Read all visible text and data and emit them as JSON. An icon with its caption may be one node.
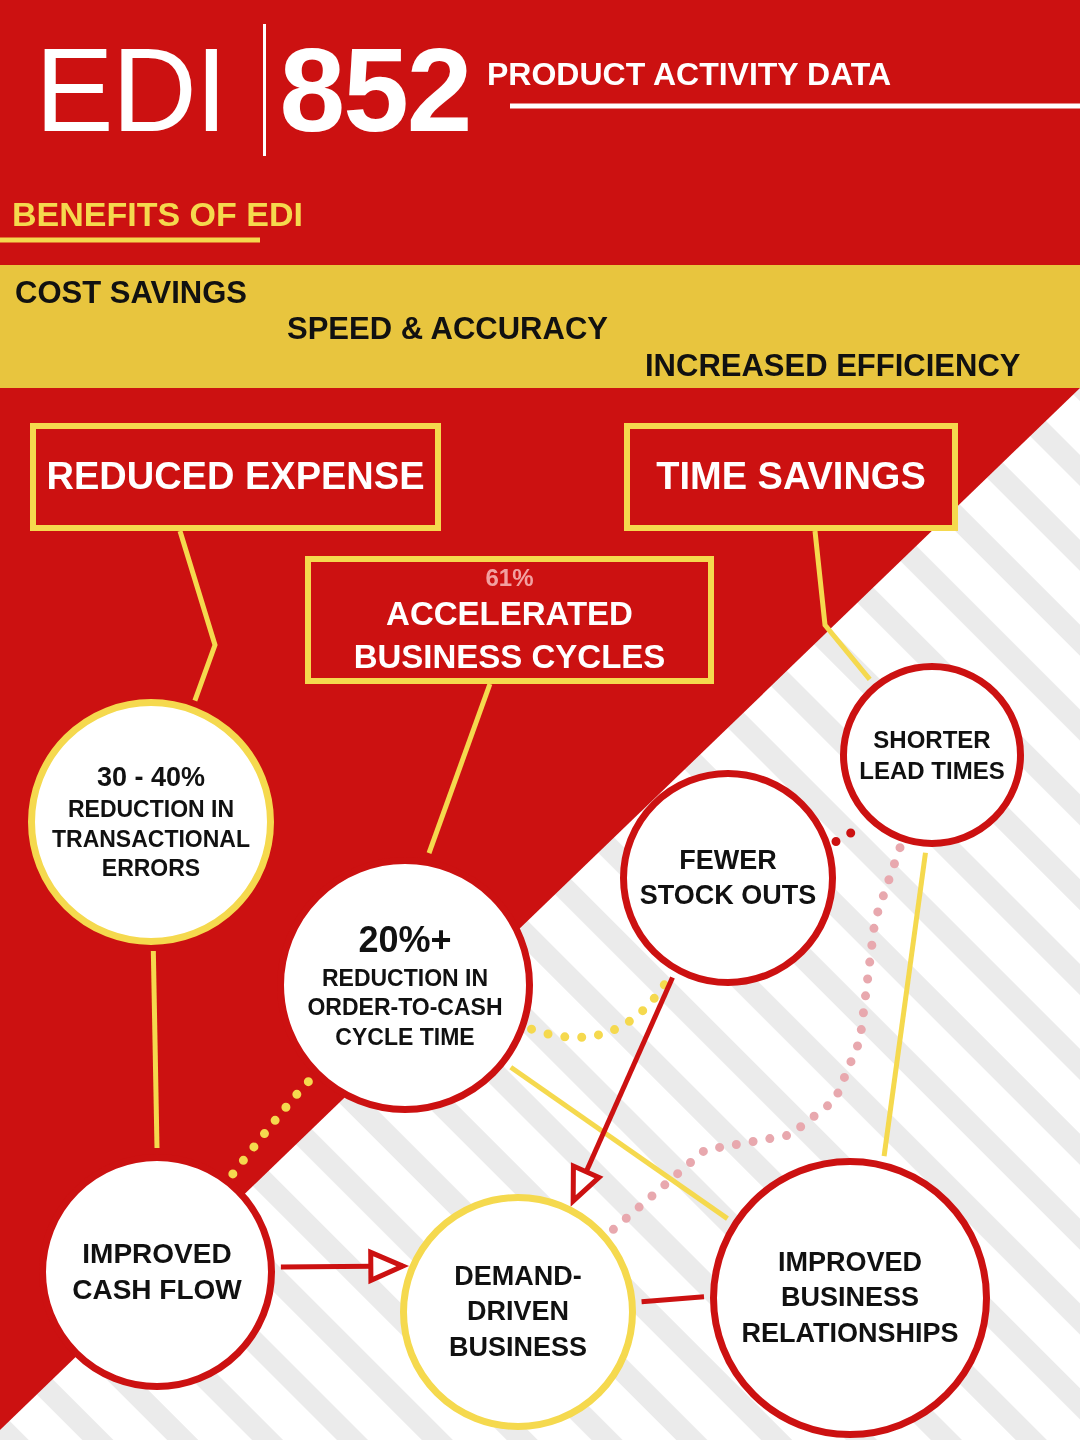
{
  "diagram": {
    "title": "EDI **852**",
    "nodes": [
      {
        "text": [
          "REDUCED EXPENSE"
        ]
      },
      {
        "text": [
          "TIME SAVINGS"
        ]
      },
      {
        "text": [
          "61%",
          "ACCELERATED BUSINESS CYCLES"
        ]
      },
      {
        "text": [
          "30 - 40%",
          "REDUCTION IN TRANSACTIONAL ERRORS"
        ]
      },
      {
        "text": [
          "SHORTER LEAD TIMES"
        ]
      },
      {
        "text": [
          "FEWER STOCK OUTS"
        ]
      },
      {
        "text": [
          "20%+",
          "REDUCTION IN ORDER-TO-CASH CYCLE TIME"
        ]
      },
      {
        "text": [
          "IMPROVED CASH FLOW"
        ]
      },
      {
        "text": [
          "DEMAND-DRIVEN BUSINESS"
        ]
      },
      {
        "text": [
          "IMPROVED BUSINESS RELATIONSHIPS"
        ]
      }
    ],
    "edges": [
      {
        "from": 0,
        "to": 3,
        "arrow": "none"
      },
      {
        "from": 1,
        "to": 4,
        "arrow": "none"
      },
      {
        "from": 2,
        "to": 6,
        "arrow": "none"
      },
      {
        "from": 3,
        "to": 7,
        "arrow": "none"
      },
      {
        "from": 6,
        "to": 5,
        "arrow": "none",
        "style": "dashed"
      },
      {
        "from": 7,
        "to": 6,
        "arrow": "none",
        "style": "dashed"
      },
      {
        "from": 6,
        "to": 9,
        "arrow": "none"
      },
      {
        "from": 4,
        "to": 9,
        "arrow": "none"
      },
      {
        "from": 5,
        "to": 4,
        "arrow": "none",
        "style": "dashed",
        "color": "#cc1111"
      },
      {
        "from": 4,
        "to": 8,
        "arrow": "none",
        "style": "dashed",
        "color": "#e8a8ae"
      },
      {
        "from": 5,
        "to": 8,
        "arrow": "to",
        "color": "#cc1111"
      },
      {
        "from": 7,
        "to": 8,
        "arrow": "to",
        "color": "#cc1111"
      },
      {
        "from": 8,
        "to": 9,
        "arrow": "none",
        "color": "#cc1111"
      }
    ],
    "labels": [
      "PRODUCT ACTIVITY DATA",
      "BENEFITS OF EDI",
      "COST SAVINGS",
      "SPEED & ACCURACY",
      "INCREASED EFFICIENCY"
    ]
  }
}
